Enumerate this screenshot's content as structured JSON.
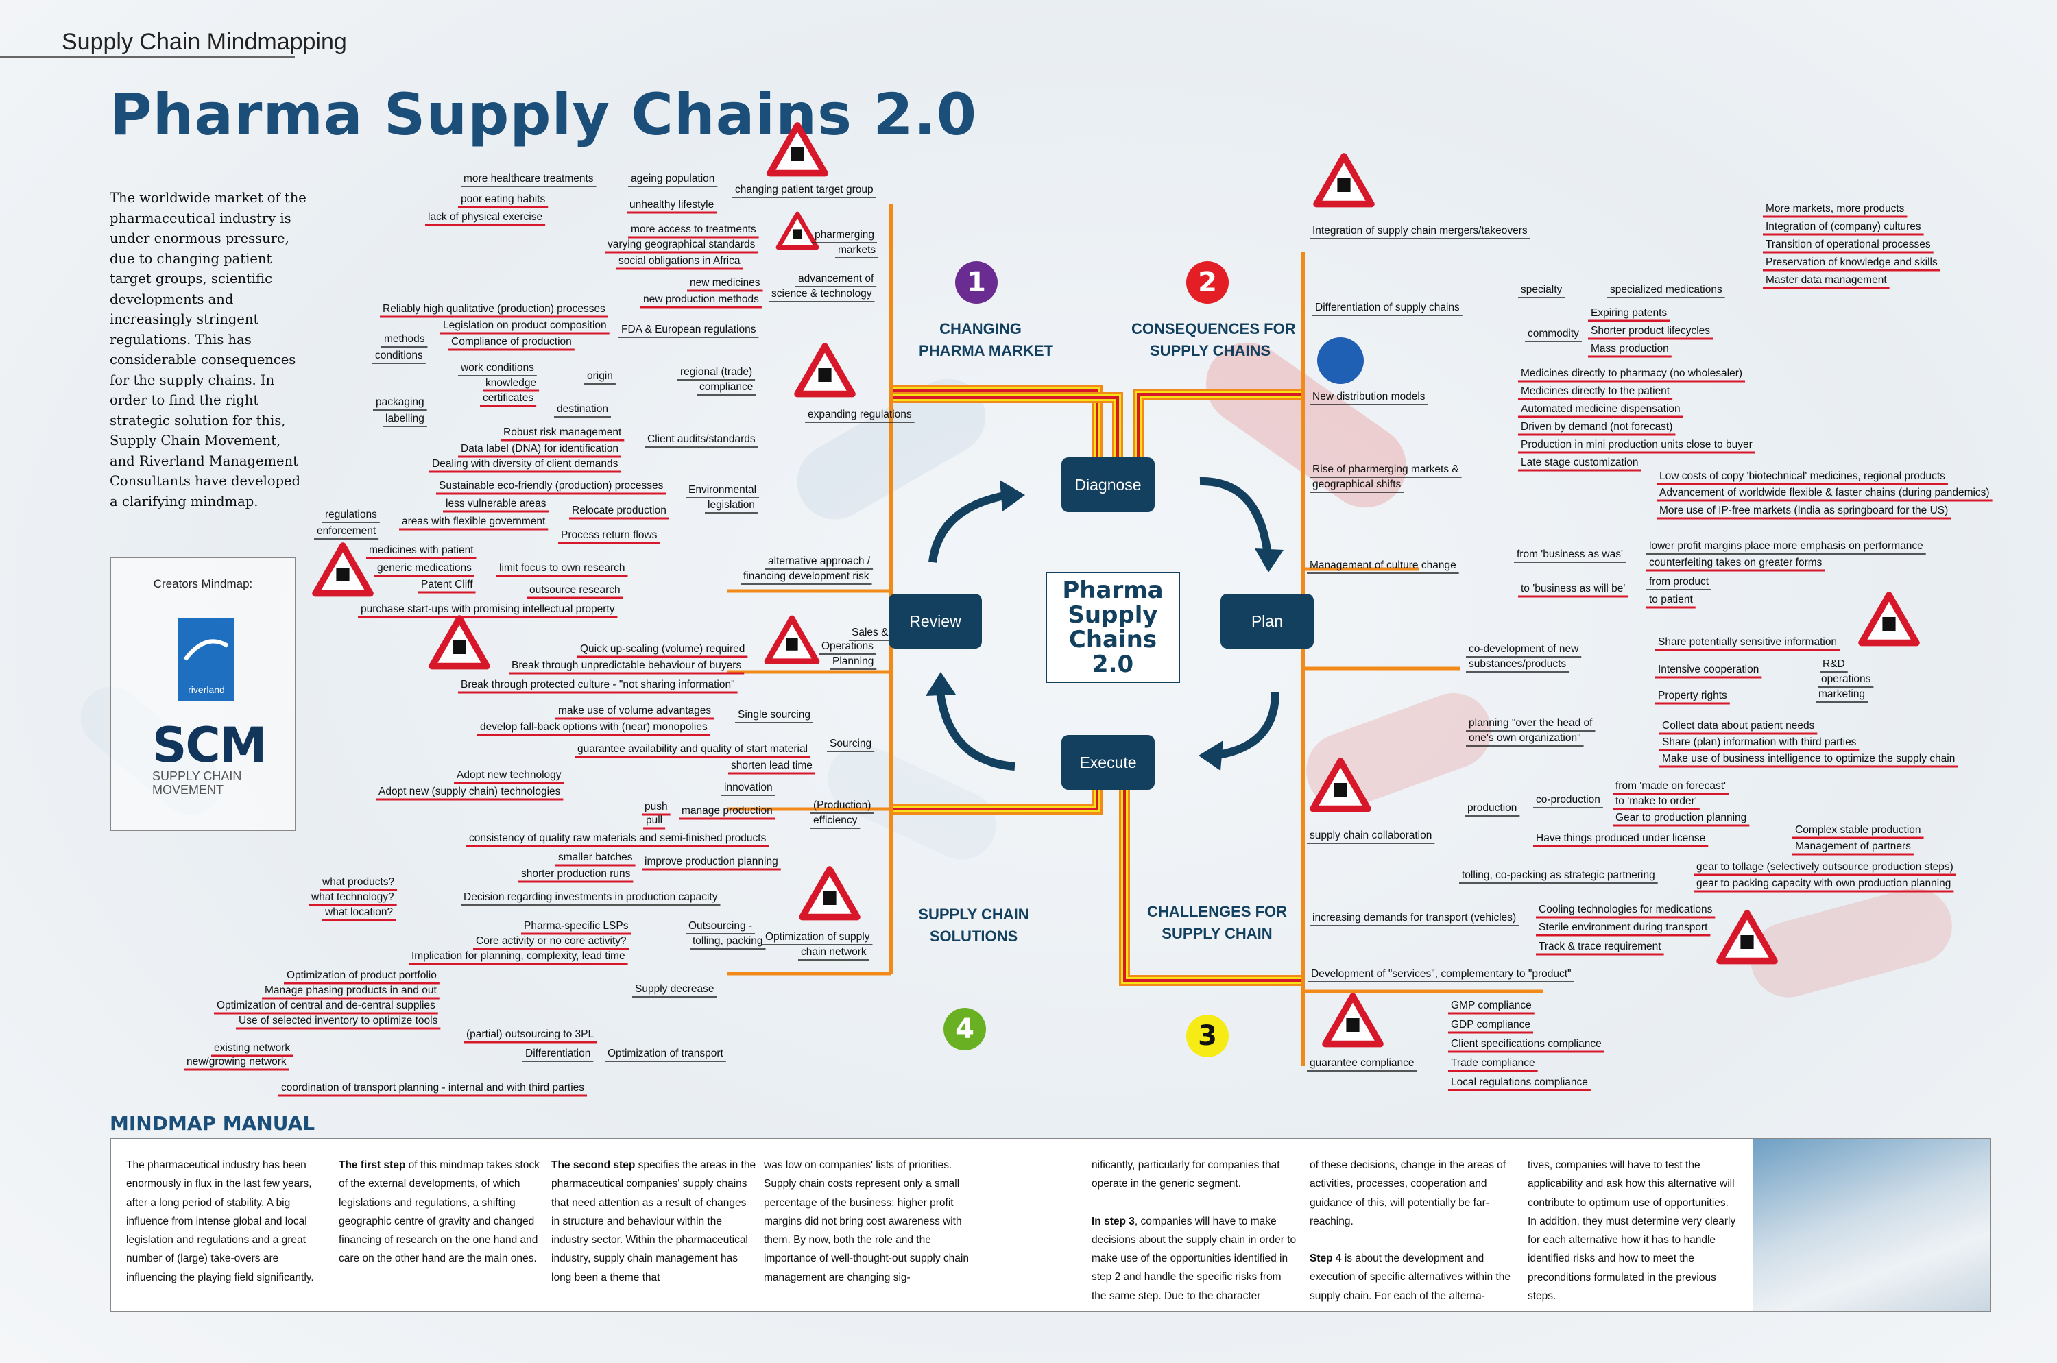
{
  "header": {
    "section": "Supply Chain Mindmapping",
    "title": "Pharma Supply Chains 2.0"
  },
  "intro": "The worldwide market of the pharmaceutical industry is under enormous pressure, due to changing patient target groups, scientific developments and increasingly stringent regulations. This has considerable consequences for the supply chains. In order to find the right strategic solution for this, Supply Chain Movement, and Riverland Management Consultants have developed a clarifying mindmap.",
  "creators": {
    "label": "Creators Mindmap:",
    "logo1": "riverland",
    "logo2_main": "SCM",
    "logo2_sub1": "SUPPLY CHAIN",
    "logo2_sub2": "MOVEMENT"
  },
  "center": {
    "title_l1": "Pharma",
    "title_l2": "Supply",
    "title_l3": "Chains 2.0",
    "diagnose": "Diagnose",
    "plan": "Plan",
    "execute": "Execute",
    "review": "Review"
  },
  "quadrants": {
    "q1": {
      "number": "1",
      "l1": "CHANGING",
      "l2": "PHARMA MARKET"
    },
    "q2": {
      "number": "2",
      "l1": "CONSEQUENCES FOR",
      "l2": "SUPPLY CHAINS"
    },
    "q3": {
      "number": "3",
      "l1": "CHALLENGES FOR",
      "l2": "SUPPLY CHAIN"
    },
    "q4": {
      "number": "4",
      "l1": "SUPPLY CHAIN",
      "l2": "SOLUTIONS"
    }
  },
  "colors": {
    "orange": "#f28a1a",
    "red": "#d7182a",
    "yellow": "#f7e21a",
    "navy": "#13405f",
    "purple": "#6a2c91",
    "green": "#6ab023",
    "q2red": "#e31e24",
    "q3yellow": "#f6eb14"
  },
  "icons": [
    "warning-sign-icon",
    "road-merge-sign-icon",
    "fork-sign-icon",
    "slippery-road-sign-icon",
    "two-way-traffic-sign-icon",
    "crossroads-sign-icon",
    "traffic-light-sign-icon",
    "roundabout-sign-icon",
    "bump-sign-icon",
    "road-works-sign-icon",
    "steep-hill-sign-icon",
    "falling-rocks-sign-icon",
    "quay-sign-icon"
  ],
  "labels": [
    "more healthcare treatments",
    "ageing population",
    "poor eating habits",
    "unhealthy lifestyle",
    "lack of physical exercise",
    "changing patient target group",
    "more access to treatments",
    "varying geographical standards",
    "social obligations in Africa",
    "pharmerging",
    "markets",
    "new medicines",
    "new production methods",
    "advancement of",
    "science & technology",
    "Reliably high qualitative (production) processes",
    "Legislation on product composition",
    "methods",
    "conditions",
    "Compliance of production",
    "FDA & European regulations",
    "work conditions",
    "knowledge",
    "certificates",
    "packaging",
    "labelling",
    "origin",
    "destination",
    "regional (trade)",
    "compliance",
    "expanding regulations",
    "Robust risk management",
    "Data label (DNA) for identification",
    "Dealing with diversity of client demands",
    "Client audits/standards",
    "Sustainable eco-friendly (production) processes",
    "less vulnerable areas",
    "areas with flexible government",
    "Relocate production",
    "Process return flows",
    "Environmental",
    "legislation",
    "regulations",
    "enforcement",
    "medicines with patient",
    "generic medications",
    "Patent Cliff",
    "limit focus to own research",
    "outsource research",
    "purchase start-ups with promising intellectual property",
    "alternative approach /",
    "financing development risk",
    "Integration of supply chain mergers/takeovers",
    "More markets, more products",
    "Integration of (company) cultures",
    "Transition of operational processes",
    "Preservation of knowledge and skills",
    "Master data management",
    "Differentiation of supply chains",
    "specialty",
    "specialized medications",
    "commodity",
    "Expiring patents",
    "Shorter product lifecycles",
    "Mass production",
    "New distribution models",
    "Medicines directly to pharmacy (no wholesaler)",
    "Medicines directly to the patient",
    "Automated medicine dispensation",
    "Driven by demand (not forecast)",
    "Production in mini production units close to buyer",
    "Late stage customization",
    "Rise of pharmerging markets &",
    "geographical shifts",
    "Low costs of copy 'biotechnical' medicines, regional products",
    "Advancement of worldwide flexible & faster chains (during pandemics)",
    "More use of IP-free markets (India as springboard for the US)",
    "Management of culture change",
    "from 'business as was'",
    "to 'business as will be'",
    "lower profit margins place more emphasis on performance",
    "counterfeiting takes on greater forms",
    "from product",
    "to patient",
    "Sales &",
    "Operations",
    "Planning",
    "Quick up-scaling (volume) required",
    "Break through unpredictable behaviour of buyers",
    "Break through protected culture - \"not sharing information\"",
    "make use of volume advantages",
    "Single sourcing",
    "develop fall-back options with (near) monopolies",
    "guarantee availability and quality of start material",
    "Sourcing",
    "shorten lead time",
    "Adopt new technology",
    "Adopt new (supply chain) technologies",
    "innovation",
    "push",
    "pull",
    "manage production",
    "(Production)",
    "efficiency",
    "consistency of quality raw materials and semi-finished products",
    "smaller batches",
    "shorter production runs",
    "improve production planning",
    "what products?",
    "what technology?",
    "what location?",
    "Decision regarding investments in production capacity",
    "Pharma-specific LSPs",
    "Core activity or no core activity?",
    "Implication for planning, complexity, lead time",
    "Outsourcing -",
    "tolling, packing",
    "Optimization of supply",
    "chain network",
    "Optimization of product portfolio",
    "Manage phasing products in and out",
    "Optimization of central and de-central supplies",
    "Use of selected inventory to optimize tools",
    "Supply decrease",
    "(partial) outsourcing to 3PL",
    "existing network",
    "new/growing network",
    "Differentiation",
    "Optimization of transport",
    "coordination of transport planning - internal and with third parties",
    "co-development of new",
    "substances/products",
    "Share potentially sensitive information",
    "Intensive cooperation",
    "R&D",
    "operations",
    "marketing",
    "Property rights",
    "planning \"over the head of",
    "one's own organization\"",
    "Collect data about patient needs",
    "Share (plan) information with third parties",
    "Make use of business intelligence to optimize the supply chain",
    "production",
    "co-production",
    "from 'made on forecast'",
    "to 'make to order'",
    "Gear to production planning",
    "Have things produced under license",
    "Complex stable production",
    "Management of partners",
    "supply chain collaboration",
    "tolling, co-packing as strategic partnering",
    "gear to tollage (selectively outsource production steps)",
    "gear to packing capacity with own production planning",
    "increasing demands for transport (vehicles)",
    "Cooling technologies for medications",
    "Sterile environment during transport",
    "Track & trace requirement",
    "Development of \"services\", complementary to \"product\"",
    "GMP compliance",
    "GDP compliance",
    "Client specifications compliance",
    "Trade compliance",
    "Local regulations compliance",
    "guarantee compliance"
  ],
  "manual": {
    "title": "MINDMAP MANUAL",
    "col1": "The pharmaceutical industry has been enormously in flux in the last few years, after a long period of stability. A big influence from intense global and local legislation and regulations and a great number of (large) take-overs are influencing the playing field significantly.",
    "col2b": "The first step",
    "col2": " of this mindmap takes stock of the external developments, of which legislations and regulations, a shifting geographic centre of gravity and changed financing of research on the one hand and care on the other hand are the main ones.",
    "col3b": "The second step",
    "col3": " specifies the areas in the pharmaceutical companies' supply chains that need attention as a result of changes in structure and behaviour within the industry sector. Within the pharmaceutical industry, supply chain management has long been a theme that",
    "col4": "was low on companies' lists of priorities. Supply chain costs represent only a small percentage of the business; higher profit margins did not bring cost awareness with them. By now, both the role and the importance of well-thought-out supply chain management are changing sig-",
    "col5a": "nificantly, particularly for companies that operate in the generic segment.",
    "col5b": "In step 3",
    "col5c": ", companies will have to make decisions about the supply chain in order to make use of the opportunities identified in step 2 and handle the specific risks from the same step. Due to the character",
    "col6a": "of these decisions, change in the areas of activities, processes, cooperation and guidance of this, will potentially be far-reaching.",
    "col6b": "Step 4",
    "col6c": " is about the development and execution of specific alternatives within the supply chain. For each of the alterna-",
    "col7": "tives, companies will have to test the applicability and ask how this alternative will contribute to optimum use of opportunities. In addition, they must determine very clearly for each alternative how it has to handle identified risks and how to meet the preconditions formulated in the previous steps."
  }
}
